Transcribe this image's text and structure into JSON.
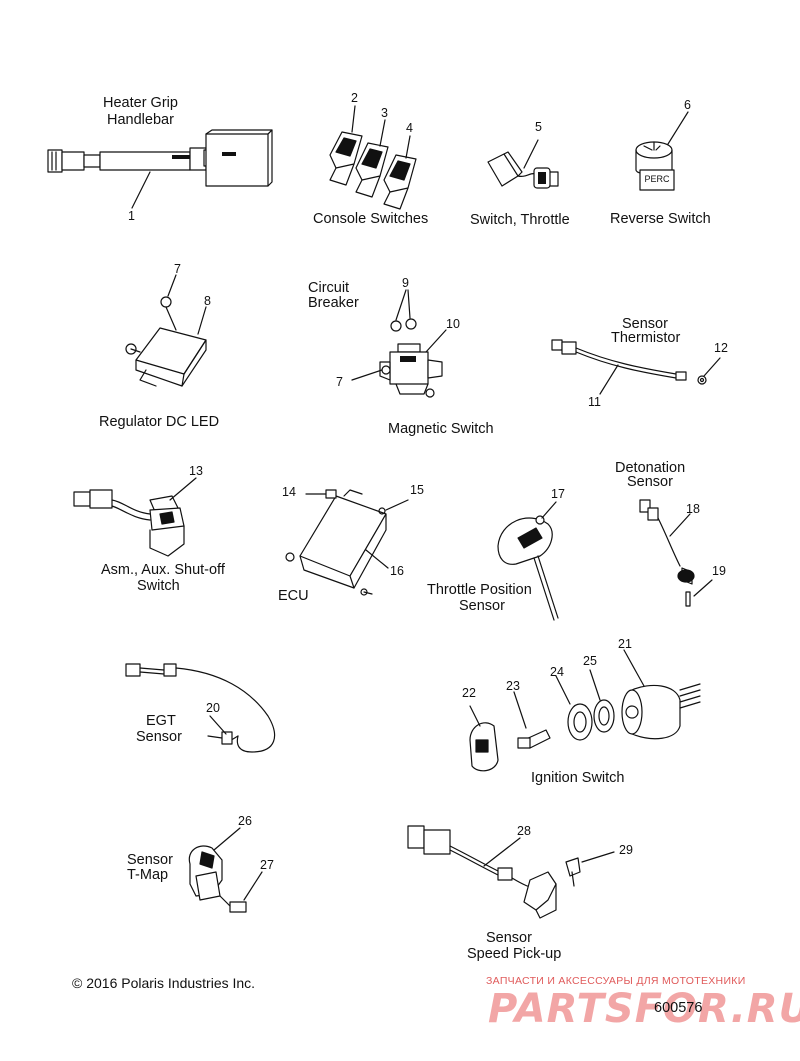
{
  "captions": {
    "heater_grip_line1": "Heater Grip",
    "heater_grip_line2": "Handlebar",
    "console_switches": "Console Switches",
    "switch_throttle": "Switch, Throttle",
    "reverse_switch": "Reverse Switch",
    "circuit_breaker_line1": "Circuit",
    "circuit_breaker_line2": "Breaker",
    "sensor_thermistor_line1": "Sensor",
    "sensor_thermistor_line2": "Thermistor",
    "regulator": "Regulator DC LED",
    "magnetic_switch": "Magnetic Switch",
    "detonation_line1": "Detonation",
    "detonation_line2": "Sensor",
    "shutoff_line1": "Asm., Aux. Shut-off",
    "shutoff_line2": "Switch",
    "ecu": "ECU",
    "tps_line1": "Throttle Position",
    "tps_line2": "Sensor",
    "egt_line1": "EGT",
    "egt_line2": "Sensor",
    "ignition_switch": "Ignition Switch",
    "tmap_line1": "Sensor",
    "tmap_line2": "T-Map",
    "pickup_line1": "Sensor",
    "pickup_line2": "Speed Pick-up"
  },
  "callouts": {
    "n1": "1",
    "n2": "2",
    "n3": "3",
    "n4": "4",
    "n5": "5",
    "n6": "6",
    "n7a": "7",
    "n7b": "7",
    "n8": "8",
    "n9": "9",
    "n10": "10",
    "n11": "11",
    "n12": "12",
    "n13": "13",
    "n14": "14",
    "n15": "15",
    "n16": "16",
    "n17": "17",
    "n18": "18",
    "n19": "19",
    "n20": "20",
    "n21": "21",
    "n22": "22",
    "n23": "23",
    "n24": "24",
    "n25": "25",
    "n26": "26",
    "n27": "27",
    "n28": "28",
    "n29": "29"
  },
  "part_markings": {
    "reverse_switch": "PERC"
  },
  "footer": {
    "copyright": "© 2016 Polaris Industries Inc.",
    "drawing_number": "600576",
    "watermark_line1": "ЗАПЧАСТИ И АКСЕССУАРЫ ДЛЯ МОТОТЕХНИКИ",
    "watermark_logo": "PARTSFOR.RU"
  },
  "colors": {
    "line": "#111111",
    "watermark_red": "#e05a5a",
    "watermark_pink": "#f2a6a6"
  }
}
